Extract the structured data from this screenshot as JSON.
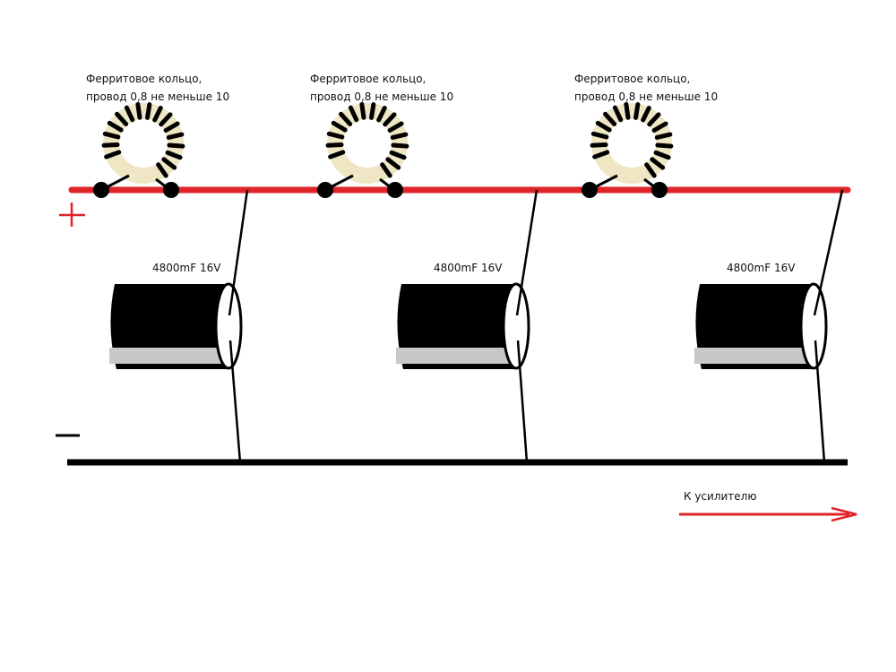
{
  "colors": {
    "positive_rail": "#e0242a",
    "negative_rail": "#000000",
    "ferrite": "#efe6c4",
    "winding": "#000000",
    "cap_body": "#000000",
    "cap_band": "#c8c8c8"
  },
  "polarity": {
    "plus": "+",
    "minus": "−"
  },
  "chokes": [
    {
      "label_line1": "Ферритовое кольцо,",
      "label_line2": "провод 0,8 не меньше 10"
    },
    {
      "label_line1": "Ферритовое кольцо,",
      "label_line2": "провод 0,8 не меньше 10"
    },
    {
      "label_line1": "Ферритовое кольцо,",
      "label_line2": "провод 0,8 не меньше 10"
    }
  ],
  "capacitors": [
    {
      "label": "4800mF 16V"
    },
    {
      "label": "4800mF 16V"
    },
    {
      "label": "4800mF 16V"
    }
  ],
  "output": {
    "label": "К усилителю"
  }
}
